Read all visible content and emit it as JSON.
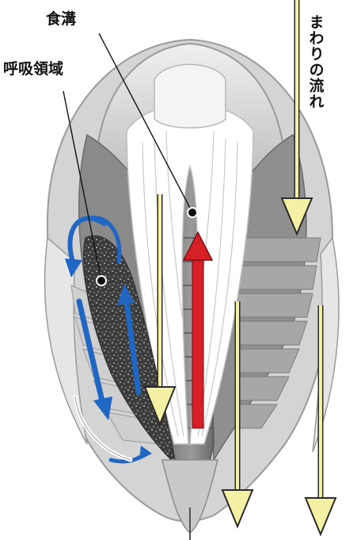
{
  "labels": {
    "food_groove": "食溝",
    "respiratory_area": "呼吸領域",
    "surrounding_flow": "まわりの流れ"
  },
  "colors": {
    "outer_flow_arrow": "#f4f1a4",
    "inner_flow_arrow": "#d71f26",
    "respiratory_flow_arrow": "#1f67c2",
    "body_outline": "#9a9a9a",
    "body_fill": "#d9d9d9",
    "axial_fill": "#6e6e6e"
  }
}
